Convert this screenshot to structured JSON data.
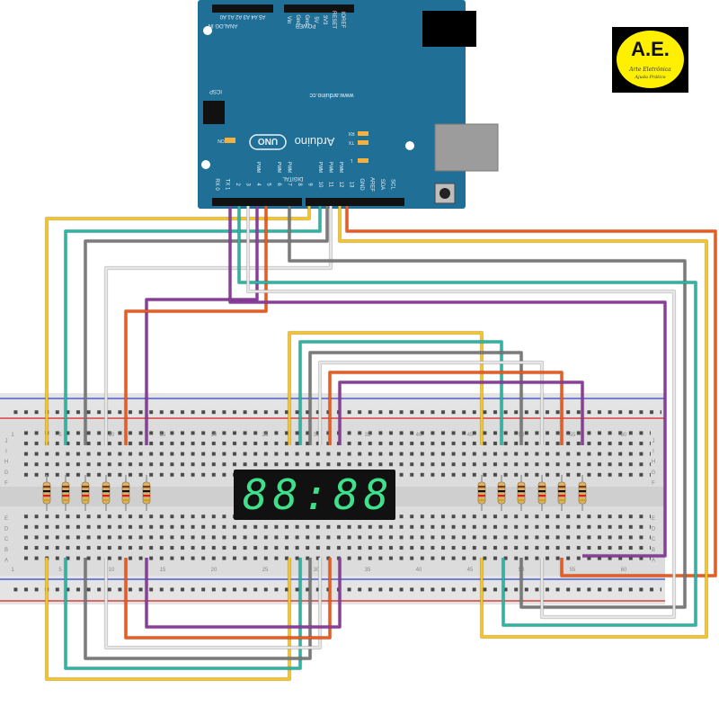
{
  "arduino": {
    "logo_text": "Arduino",
    "model": "UNO",
    "website": "www.arduino.cc",
    "header_analog": "ANALOG IN",
    "analog_pins": "A5 A4 A3 A2 A1 A0",
    "header_power": "POWER",
    "power_pins": [
      "Vin",
      "Gnd",
      "Gnd",
      "5V",
      "3V3",
      "RESET",
      "IOREF"
    ],
    "icsp_label": "ICSP",
    "on_label": "ON",
    "rx_led": "RX",
    "tx_led": "TX",
    "l_led": "L",
    "digital_label": "DIGITAL",
    "pwm_label": "PWM",
    "digital_pins": [
      "RX 0",
      "TX 1",
      "2",
      "3",
      "4",
      "5",
      "6",
      "7",
      "8",
      "9",
      "10",
      "11",
      "12",
      "13",
      "GND",
      "AREF",
      "SDA",
      "SCL"
    ]
  },
  "breadboard": {
    "row_letters_top": [
      "J",
      "I",
      "H",
      "G",
      "F"
    ],
    "row_letters_bottom": [
      "E",
      "D",
      "C",
      "B",
      "A"
    ],
    "column_numbers": [
      "1",
      "5",
      "10",
      "15",
      "20",
      "25",
      "30",
      "35",
      "40",
      "45",
      "50",
      "55",
      "60"
    ]
  },
  "display": {
    "digits": "88:88"
  },
  "logo": {
    "title": "A.E.",
    "line1": "Arte Eletrônica",
    "line2": "Ajuda Prática"
  },
  "colors": {
    "board": "#1f6f96",
    "yellow": "#f7c51e",
    "teal": "#2bb5a5",
    "gray": "#7a7a7a",
    "white": "#e6e6e6",
    "orange": "#ee5a1c",
    "purple": "#8a3c9c",
    "display_segments": "#3fe08c"
  }
}
